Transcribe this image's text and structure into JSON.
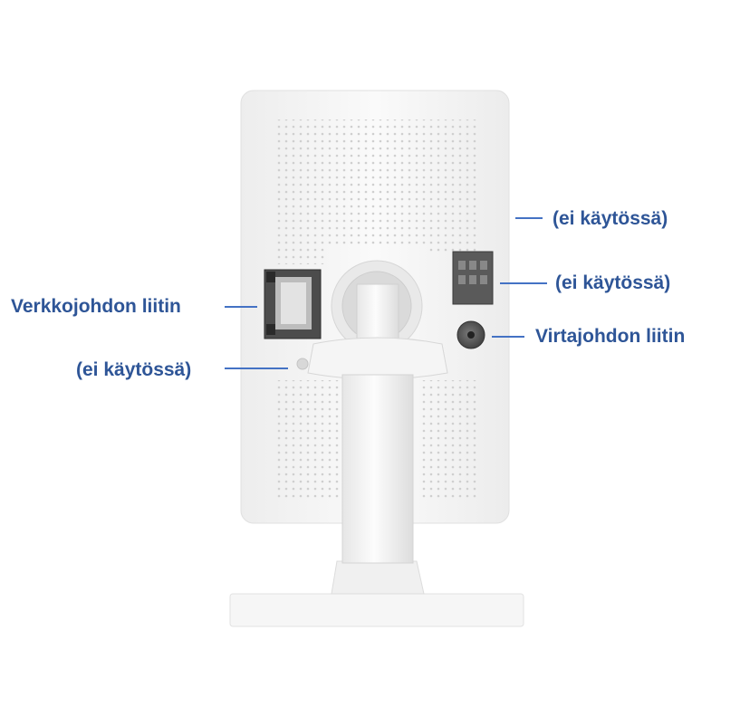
{
  "colors": {
    "label_text": "#2E5597",
    "leader_line": "#4472C4",
    "housing": "#F7F7F7",
    "port_dark": "#4A4A4A"
  },
  "callouts": {
    "unused_top": "(ei käytössä)",
    "unused_dip": "(ei käytössä)",
    "power_connector": "Virtajohdon liitin",
    "network_connector": "Verkkojohdon liitin",
    "unused_reset": "(ei käytössä)"
  }
}
